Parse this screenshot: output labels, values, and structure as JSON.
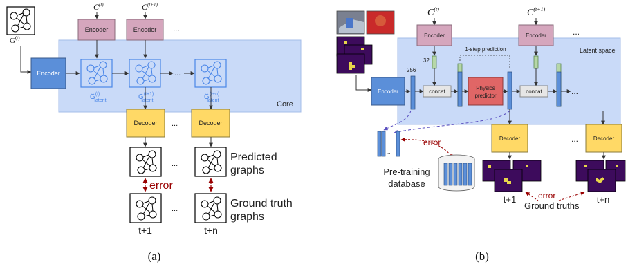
{
  "panel_a": {
    "encoder_top1_label": "Encoder",
    "encoder_top2_label": "Encoder",
    "c_t": "C",
    "c_t_sup": "(t)",
    "c_t1": "C",
    "c_t1_sup": "(t+1)",
    "g_input": "G",
    "g_input_sup": "(t)",
    "core_encoder_label": "Encoder",
    "core_label": "Core",
    "glat1": "Ĝ",
    "glat1_sup": "(t)",
    "glat1_sub": "latent",
    "glat2": "Ĝ",
    "glat2_sup": "(t+1)",
    "glat2_sub": "latent",
    "glat3": "Ĝ",
    "glat3_sup": "(t+n)",
    "glat3_sub": "latent",
    "decoder1_label": "Decoder",
    "decoder2_label": "Decoder",
    "error_label": "error",
    "predicted_line1": "Predicted",
    "predicted_line2": "graphs",
    "gt_line1": "Ground truth",
    "gt_line2": "graphs",
    "time1": "t+1",
    "time2": "t+n",
    "dots": "...",
    "caption": "(a)"
  },
  "panel_b": {
    "c_t": "C",
    "c_t_sup": "(t)",
    "c_t1": "C",
    "c_t1_sup": "(t+1)",
    "encoder_top1_label": "Encoder",
    "encoder_top2_label": "Encoder",
    "encoder_main_label": "Encoder",
    "latent_space_label": "Latent space",
    "one_step_label": "1-step prediction",
    "dim_256": "256",
    "dim_32": "32",
    "concat1_label": "concat",
    "concat2_label": "concat",
    "physics_line1": "Physics",
    "physics_line2": "predictor",
    "decoder1_label": "Decoder",
    "decoder2_label": "Decoder",
    "error_db_label": "error",
    "error_gt_label": "error",
    "db_line1": "Pre-training",
    "db_line2": "database",
    "ground_truths_label": "Ground truths",
    "time1": "t+1",
    "time2": "t+n",
    "dots": "...",
    "caption": "(b)"
  },
  "colors": {
    "encoder": "#d5a6bd",
    "decoder": "#ffd966",
    "core_bg": "#c9daf8",
    "main_encoder": "#5b8fd9",
    "physics": "#e06666",
    "error": "#990000",
    "latent_graph": "#4a86e8",
    "mask_bg": "#3d0b5c",
    "mask_fg": "#e8d64a"
  }
}
